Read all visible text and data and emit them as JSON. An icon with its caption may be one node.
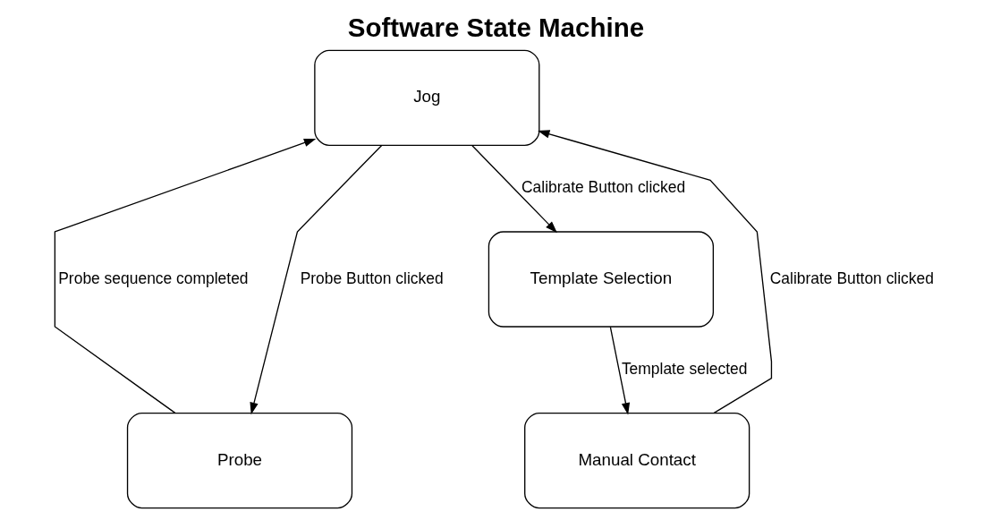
{
  "diagram": {
    "title": "Software State Machine",
    "nodes": [
      {
        "text": [
          "Jog"
        ]
      },
      {
        "text": [
          "Template Selection"
        ]
      },
      {
        "text": [
          "Probe"
        ]
      },
      {
        "text": [
          "Manual Contact"
        ]
      }
    ],
    "edges": [
      {
        "from": 0,
        "to": 2,
        "arrow": "to",
        "label": "Probe Button clicked"
      },
      {
        "from": 2,
        "to": 0,
        "arrow": "to",
        "label": "Probe sequence completed"
      },
      {
        "from": 0,
        "to": 1,
        "arrow": "to",
        "label": "Calibrate Button clicked"
      },
      {
        "from": 1,
        "to": 3,
        "arrow": "to",
        "label": "Template selected"
      },
      {
        "from": 3,
        "to": 0,
        "arrow": "to",
        "label": "Calibrate Button clicked"
      }
    ]
  }
}
